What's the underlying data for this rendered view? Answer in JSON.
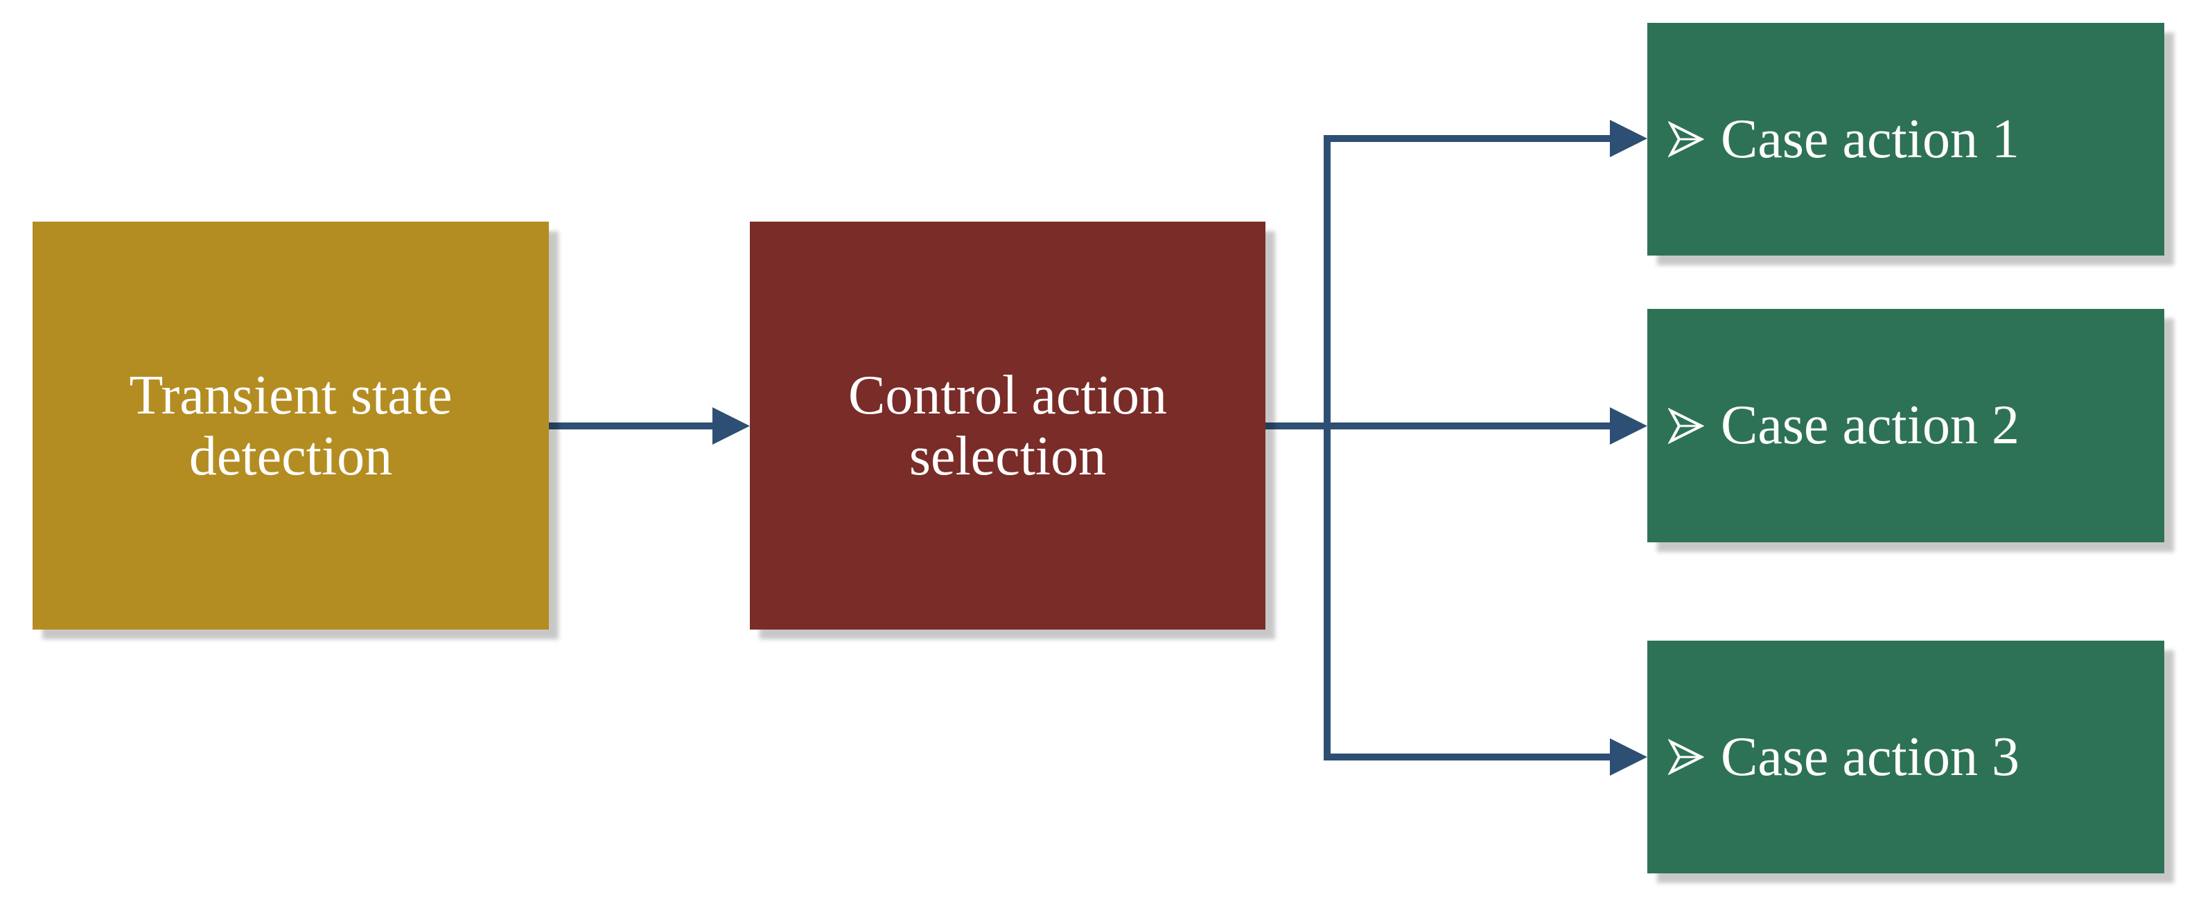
{
  "diagram": {
    "colors": {
      "detection": "#b38d22",
      "selection": "#7a2c28",
      "case": "#2e7256",
      "connector": "#2e4f74",
      "text": "#ffffff"
    },
    "nodes": {
      "detection": {
        "label": "Transient state\ndetection"
      },
      "selection": {
        "label": "Control action\nselection"
      },
      "cases": [
        {
          "label": "Case action 1",
          "bullet_icon": "arrow-bullet-icon"
        },
        {
          "label": "Case action 2",
          "bullet_icon": "arrow-bullet-icon"
        },
        {
          "label": "Case action 3",
          "bullet_icon": "arrow-bullet-icon"
        }
      ]
    },
    "edges": [
      {
        "from": "detection",
        "to": "selection"
      },
      {
        "from": "selection",
        "to": "cases.0"
      },
      {
        "from": "selection",
        "to": "cases.1"
      },
      {
        "from": "selection",
        "to": "cases.2"
      }
    ]
  }
}
